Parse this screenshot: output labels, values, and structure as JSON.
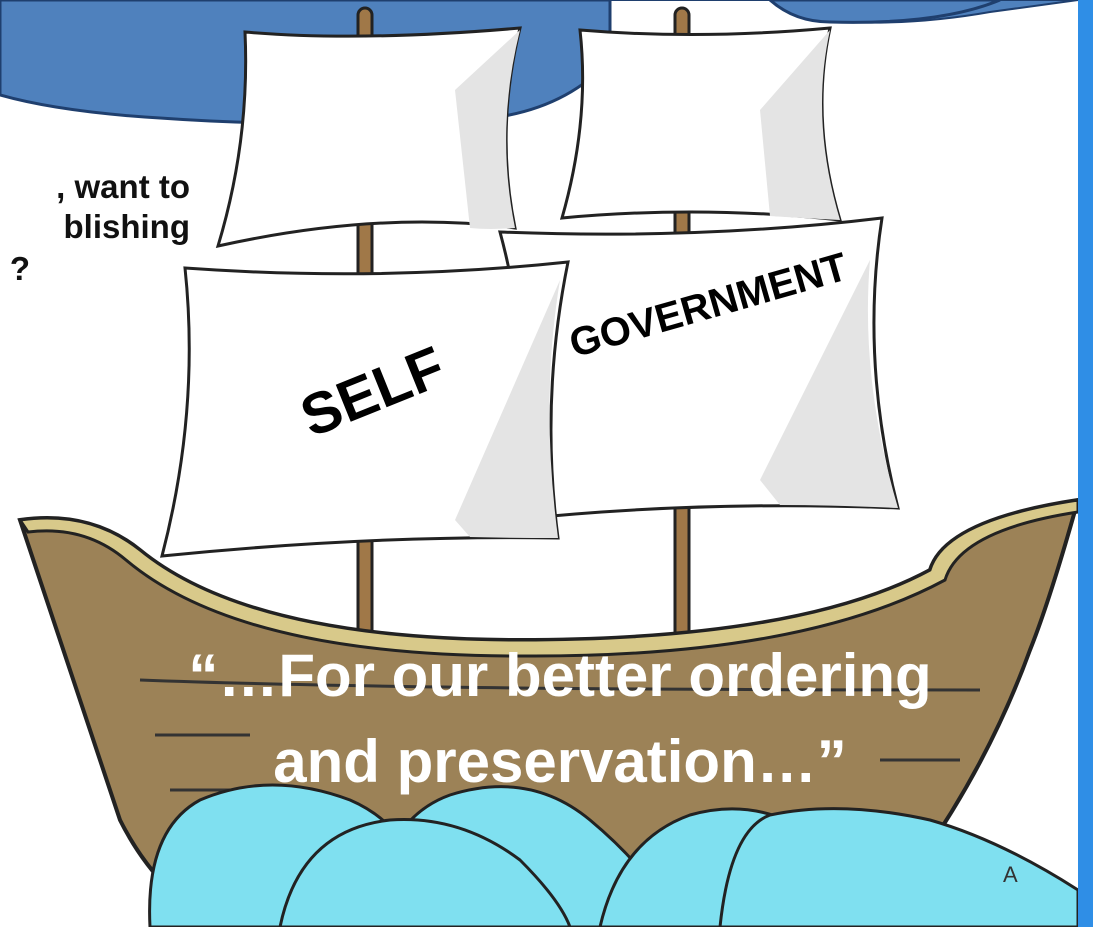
{
  "question": {
    "line1": ", want to",
    "line2": "blishing",
    "line3": "?"
  },
  "sails": {
    "left_label": "SELF",
    "right_label": "GOVERNMENT"
  },
  "quote": {
    "line1": "“…For our better ordering",
    "line2": "and preservation…”"
  },
  "corner_mark": "A",
  "colors": {
    "sky": "#4f81bd",
    "hull": "#9c8257",
    "hull_rim": "#d8c98a",
    "sail": "#ffffff",
    "mast": "#a07848",
    "water": "#7fe0f0",
    "side_bar": "#2f8ee6"
  }
}
